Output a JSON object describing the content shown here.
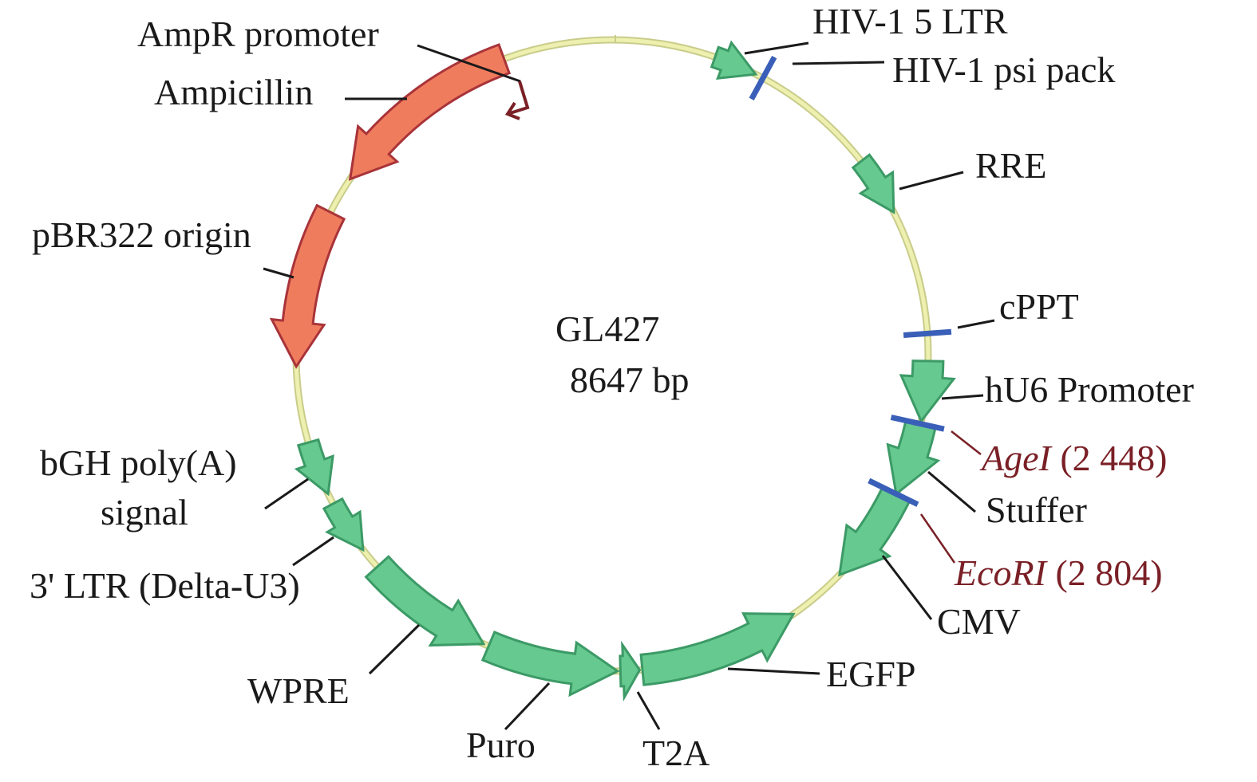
{
  "plasmid": {
    "name": "GL427",
    "size_label": "8647 bp",
    "length_bp": 8647
  },
  "colors": {
    "backbone": "#eef0b0",
    "backbone_edge": "#c9cc8a",
    "green_fill": "#66c98f",
    "green_stroke": "#3c9a66",
    "red_fill": "#f07c5e",
    "red_stroke": "#a8343a",
    "site_blue": "#3a5fb8",
    "enzyme_text": "#7a2026",
    "leader": "#1a1a1a"
  },
  "features": [
    {
      "label": "HIV-1 5 LTR",
      "type": "arrow",
      "color": "green",
      "start_deg": 19,
      "end_deg": 27,
      "direction": "cw",
      "width": "small"
    },
    {
      "label": "RRE",
      "type": "arrow",
      "color": "green",
      "start_deg": 52,
      "end_deg": 63,
      "direction": "cw",
      "width": "small"
    },
    {
      "label": "hU6 Promoter",
      "type": "arrow",
      "color": "green",
      "start_deg": 91,
      "end_deg": 102,
      "direction": "cw",
      "width": "large"
    },
    {
      "label": "Stuffer",
      "type": "arrow",
      "color": "green",
      "start_deg": 102.5,
      "end_deg": 116,
      "direction": "cw",
      "width": "large"
    },
    {
      "label": "CMV",
      "type": "arrow",
      "color": "green",
      "start_deg": 116,
      "end_deg": 134,
      "direction": "cw",
      "width": "large"
    },
    {
      "label": "EGFP",
      "type": "arrow",
      "color": "green",
      "start_deg": 145,
      "end_deg": 174.5,
      "direction": "ccw",
      "width": "large"
    },
    {
      "label": "T2A",
      "type": "arrow",
      "color": "green",
      "start_deg": 175,
      "end_deg": 178.5,
      "direction": "ccw",
      "width": "large"
    },
    {
      "label": "Puro",
      "type": "arrow",
      "color": "green",
      "start_deg": 179,
      "end_deg": 203,
      "direction": "ccw",
      "width": "large"
    },
    {
      "label": "WPRE",
      "type": "arrow",
      "color": "green",
      "start_deg": 204,
      "end_deg": 228,
      "direction": "ccw",
      "width": "large"
    },
    {
      "label": "3' LTR (Delta-U3)",
      "type": "arrow",
      "color": "green",
      "start_deg": 232,
      "end_deg": 242,
      "direction": "ccw",
      "width": "small"
    },
    {
      "label": "bGH poly(A) signal",
      "type": "arrow",
      "color": "green",
      "start_deg": 244,
      "end_deg": 254,
      "direction": "ccw",
      "width": "small"
    },
    {
      "label": "pBR322 origin",
      "type": "arrow",
      "color": "red",
      "start_deg": 268,
      "end_deg": 297,
      "direction": "ccw",
      "width": "large"
    },
    {
      "label": "Ampicillin",
      "type": "arrow",
      "color": "red",
      "start_deg": 304,
      "end_deg": 340,
      "direction": "ccw",
      "width": "large"
    }
  ],
  "sites": [
    {
      "label": "HIV-1 psi pack",
      "deg": 28.5
    },
    {
      "label": "cPPT",
      "deg": 86
    }
  ],
  "enzymes": [
    {
      "name": "AgeI",
      "position": "(2 448)",
      "deg": 102.5
    },
    {
      "name": "EcoRI",
      "position": "(2 804)",
      "deg": 116
    }
  ],
  "promoter": {
    "label": "AmpR promoter",
    "deg": 339
  },
  "labels": {
    "hiv_ltr": "HIV-1 5 LTR",
    "psi": "HIV-1 psi pack",
    "rre": "RRE",
    "cppt": "cPPT",
    "hu6": "hU6 Promoter",
    "agei_name": "AgeI",
    "agei_pos": "(2 448)",
    "stuffer": "Stuffer",
    "ecori_name": "EcoRI",
    "ecori_pos": "(2 804)",
    "cmv": "CMV",
    "egfp": "EGFP",
    "t2a": "T2A",
    "puro": "Puro",
    "wpre": "WPRE",
    "ltr3": "3' LTR (Delta-U3)",
    "bgh_line1": "bGH poly(A)",
    "bgh_line2": "signal",
    "pbr": "pBR322 origin",
    "amp": "Ampicillin",
    "ampr": "AmpR promoter"
  }
}
